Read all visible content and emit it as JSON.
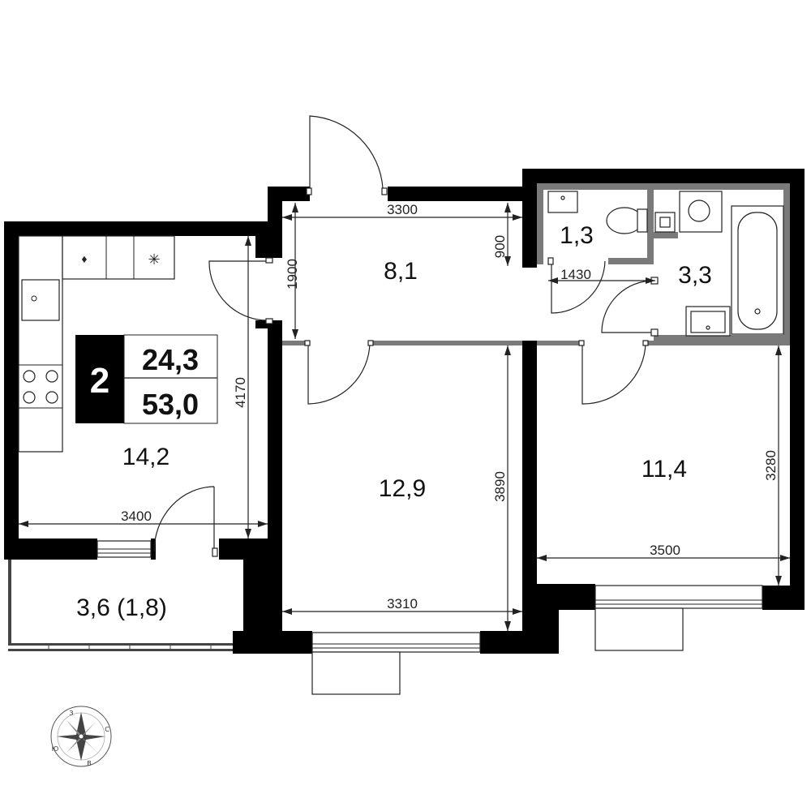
{
  "rooms": {
    "kitchen": "14,2",
    "hall": "8,1",
    "toilet": "1,3",
    "bathroom": "3,3",
    "bedroom_center": "12,9",
    "bedroom_right": "11,4",
    "balcony": "3,6 (1,8)"
  },
  "badge": {
    "rooms_count": "2",
    "living_area": "24,3",
    "total_area": "53,0"
  },
  "dimensions": {
    "hall_width": "3300",
    "hall_depth": "1900",
    "hall_right": "900",
    "toilet_width": "1430",
    "kitchen_depth": "4170",
    "kitchen_width": "3400",
    "bedroom_center_depth": "3890",
    "bedroom_center_width": "3310",
    "bedroom_right_depth": "3280",
    "bedroom_right_width": "3500"
  },
  "compass": {
    "north": "З",
    "east": "С",
    "south": "В",
    "west": "Ю"
  },
  "colors": {
    "wall": "#000000",
    "partition": "#7a7a7a",
    "badge": "#000000"
  }
}
